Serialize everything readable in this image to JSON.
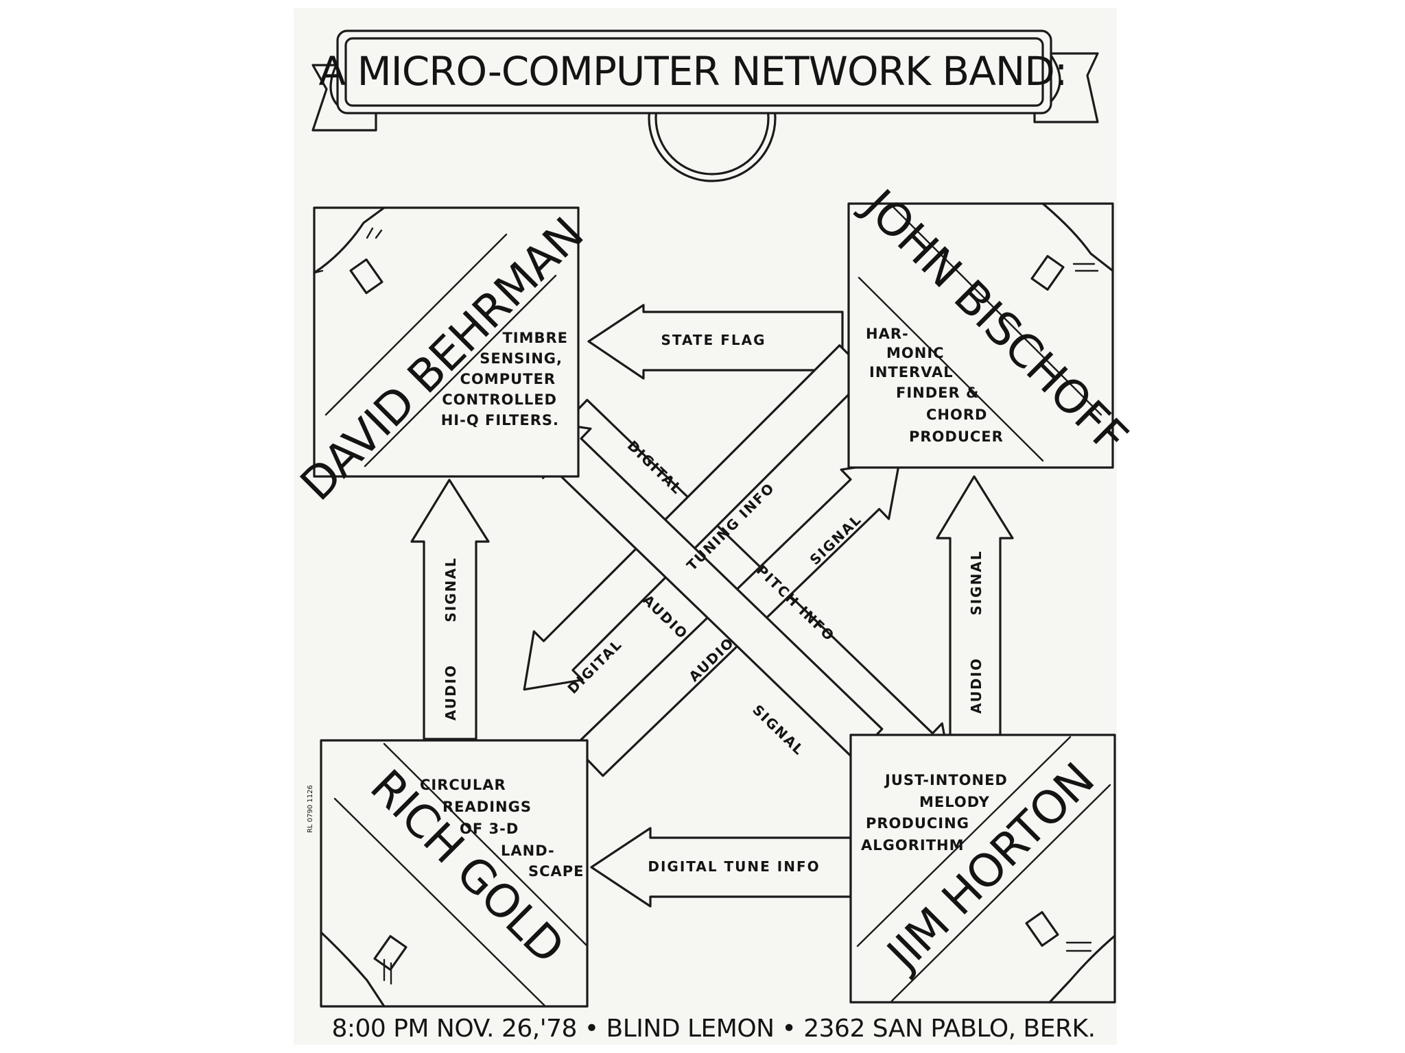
{
  "title": "A MICRO-COMPUTER NETWORK BAND:",
  "members": {
    "top_left": {
      "name": "DAVID BEHRMAN",
      "description": [
        "TIMBRE",
        "SENSING,",
        "COMPUTER",
        "CONTROLLED",
        "HI-Q FILTERS."
      ]
    },
    "top_right": {
      "name": "JOHN BISCHOFF",
      "description": [
        "HAR-",
        "MONIC",
        "INTERVAL",
        "FINDER &",
        "CHORD",
        "PRODUCER"
      ]
    },
    "bottom_left": {
      "name": "RICH GOLD",
      "description": [
        "CIRCULAR",
        "READINGS",
        "OF 3-D",
        "LAND-",
        "SCAPE"
      ]
    },
    "bottom_right": {
      "name": "JIM HORTON",
      "description": [
        "JUST-INTONED",
        "MELODY",
        "PRODUCING",
        "ALGORITHM"
      ]
    }
  },
  "connections": {
    "state_flag": "STATE FLAG",
    "digital_tune_info": "DIGITAL TUNE INFO",
    "left_vertical_audio": "AUDIO",
    "left_vertical_signal": "SIGNAL",
    "right_vertical_audio": "AUDIO",
    "right_vertical_signal": "SIGNAL",
    "diag_a1": "DIGITAL",
    "diag_a2": "PITCH INFO",
    "diag_b1": "TUNING INFO",
    "diag_b2": "DIGITAL",
    "diag_c1": "AUDIO",
    "diag_c2": "SIGNAL",
    "diag_d1": "AUDIO",
    "diag_d2": "SIGNAL"
  },
  "footer": "8:00 PM  NOV. 26,'78  •  BLIND LEMON  •  2362 SAN PABLO, BERK.",
  "margin_note": "RL 0790 1126",
  "colors": {
    "ink": "#1b1b1b",
    "paper": "#f6f6f3"
  }
}
